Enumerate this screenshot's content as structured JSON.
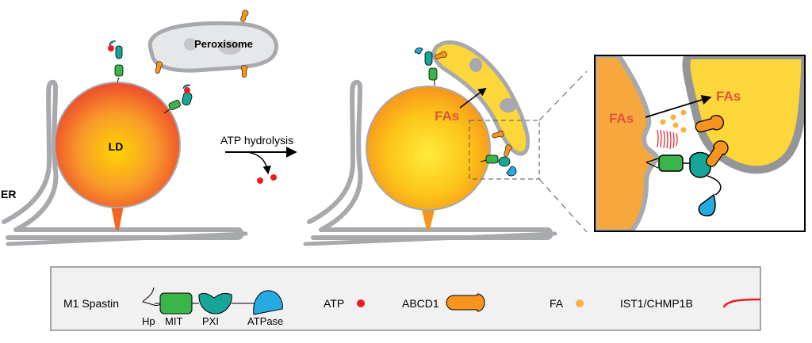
{
  "panel_left": {
    "peroxisome_label": "Peroxisome",
    "ld_label": "LD",
    "er_label": "ER"
  },
  "reaction": {
    "label": "ATP hydrolysis"
  },
  "panel_middle": {
    "fas_label": "FAs"
  },
  "inset": {
    "fas_source_label": "FAs",
    "fas_target_label": "FAs"
  },
  "legend": {
    "spastin_label": "M1 Spastin",
    "domains": [
      "Hp",
      "MIT",
      "PXI",
      "ATPase"
    ],
    "atp_label": "ATP",
    "abcd1_label": "ABCD1",
    "fa_label": "FA",
    "ist1_label": "IST1/CHMP1B"
  },
  "colors": {
    "membrane_gray": "#a7a9ac",
    "peroxisome_fill": "#e6e7e8",
    "ld_outer": "#ef4a2b",
    "ld_inner": "#ffd400",
    "ld2_outer": "#f6921e",
    "ld2_inner": "#ffe838",
    "peroxisome_yellow": "#fdd63a",
    "abcd1_orange": "#f7941d",
    "mit_green": "#39b54a",
    "pxi_teal": "#16a596",
    "atpase_blue": "#27aae1",
    "atp_red": "#ed1c24",
    "fa_orange": "#fbb040",
    "fas_text": "#e1523d",
    "legend_bg": "#f1f1f2"
  }
}
